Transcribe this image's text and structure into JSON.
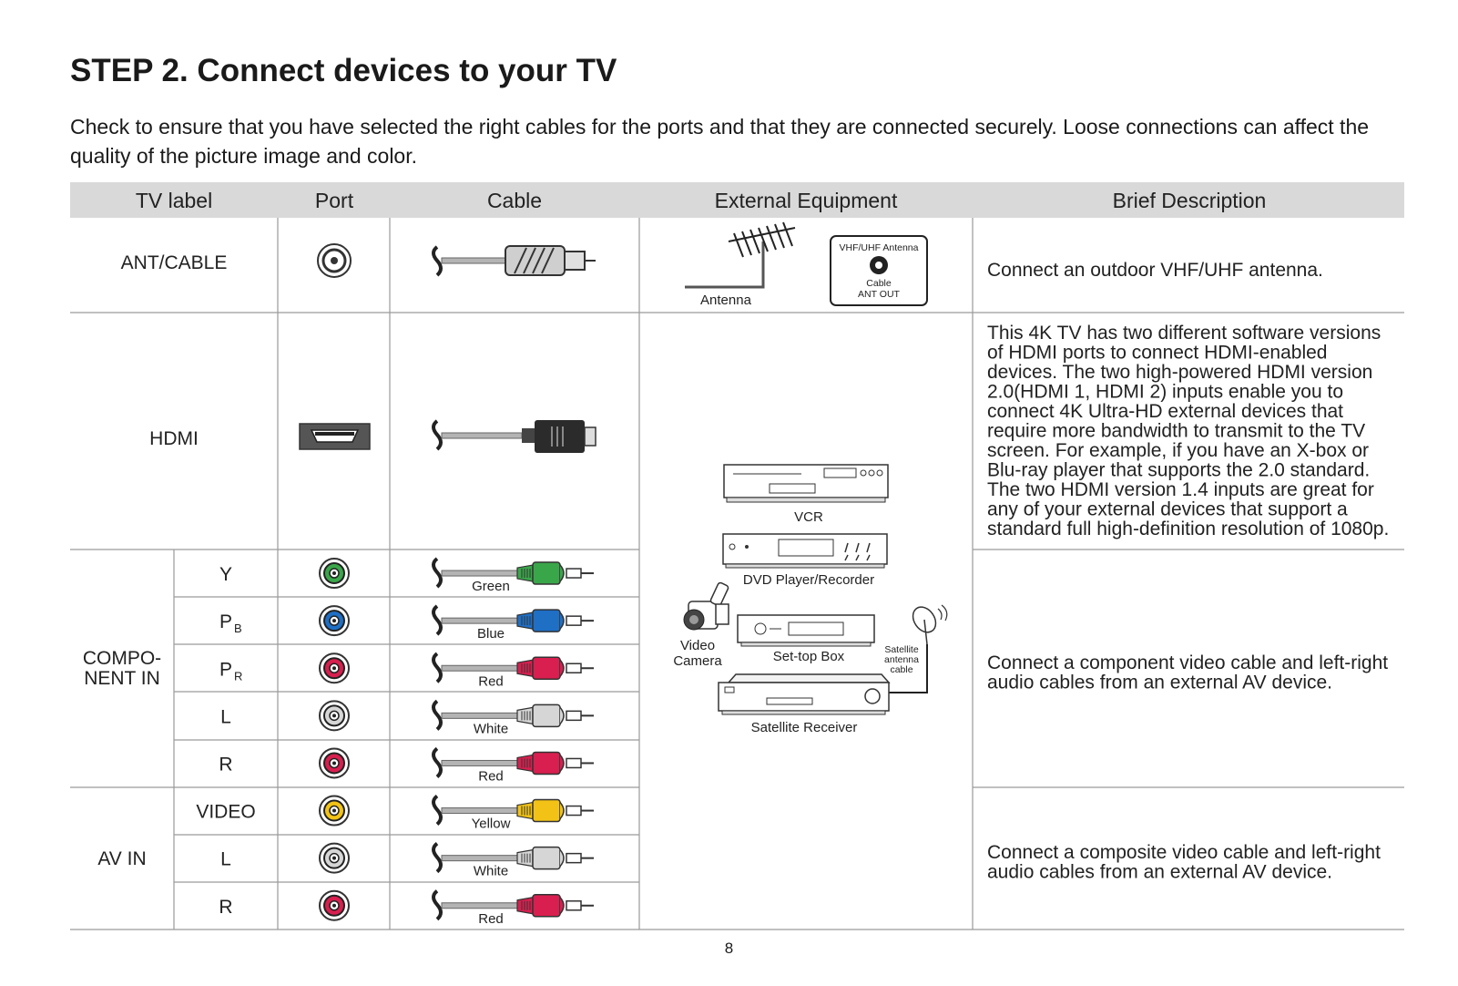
{
  "page": {
    "title": "STEP 2. Connect devices to your TV",
    "intro": "Check to ensure that you have selected the right cables for the ports and that they are connected securely. Loose connections can affect the quality of the picture image and color.",
    "page_number": "8"
  },
  "table": {
    "headers": [
      "TV label",
      "Port",
      "Cable",
      "External Equipment",
      "Brief Description"
    ],
    "ant": {
      "label": "ANT/CABLE",
      "antenna_label": "Antenna",
      "box_title": "VHF/UHF Antenna",
      "box_cable": "Cable",
      "box_antout": "ANT OUT",
      "description": "Connect an outdoor VHF/UHF antenna."
    },
    "hdmi": {
      "label": "HDMI",
      "description_lines": [
        "This 4K TV has two different software versions",
        "of HDMI ports to connect HDMI-enabled",
        "devices. The two high-powered HDMI version",
        "2.0(HDMI 1, HDMI 2) inputs enable you to",
        "connect 4K Ultra-HD external devices that",
        "require more bandwidth to transmit to the TV",
        "screen. For example, if you have an X-box or",
        "Blu-ray player that supports the 2.0 standard.",
        "The two HDMI version 1.4 inputs are great for",
        "any of your external devices that support a",
        "standard full high-definition resolution of 1080p."
      ]
    },
    "component": {
      "group_label_lines": [
        "COMPO-",
        "NENT IN"
      ],
      "rows": [
        {
          "label": "Y",
          "sub": "",
          "cable": "Green",
          "color": "#3aa64a"
        },
        {
          "label": "P",
          "sub": "B",
          "cable": "Blue",
          "color": "#1f6fc5"
        },
        {
          "label": "P",
          "sub": "R",
          "cable": "Red",
          "color": "#d81f4f"
        },
        {
          "label": "L",
          "sub": "",
          "cable": "White",
          "color": "#d6d6d6"
        },
        {
          "label": "R",
          "sub": "",
          "cable": "Red",
          "color": "#d81f4f"
        }
      ],
      "description_lines": [
        "Connect a component video cable and left-right",
        "audio cables from an external AV device."
      ]
    },
    "av": {
      "group_label": "AV IN",
      "rows": [
        {
          "label": "VIDEO",
          "sub": "",
          "cable": "Yellow",
          "color": "#f2c316"
        },
        {
          "label": "L",
          "sub": "",
          "cable": "White",
          "color": "#d6d6d6"
        },
        {
          "label": "R",
          "sub": "",
          "cable": "Red",
          "color": "#d81f4f"
        }
      ],
      "description_lines": [
        "Connect a composite video cable and left-right",
        "audio cables from an external AV device."
      ]
    },
    "equipment": {
      "vcr": "VCR",
      "dvd": "DVD Player/Recorder",
      "video_camera_lines": [
        "Video",
        "Camera"
      ],
      "settop": "Set-top Box",
      "satellite_cable_lines": [
        "Satellite",
        "antenna",
        "cable"
      ],
      "satellite_receiver": "Satellite Receiver"
    }
  },
  "colors": {
    "header_bg": "#d9d9d9",
    "grid_line": "#9a9a9a",
    "cable_gray": "#b4b4b4",
    "connector_dark": "#2b2b2b"
  }
}
